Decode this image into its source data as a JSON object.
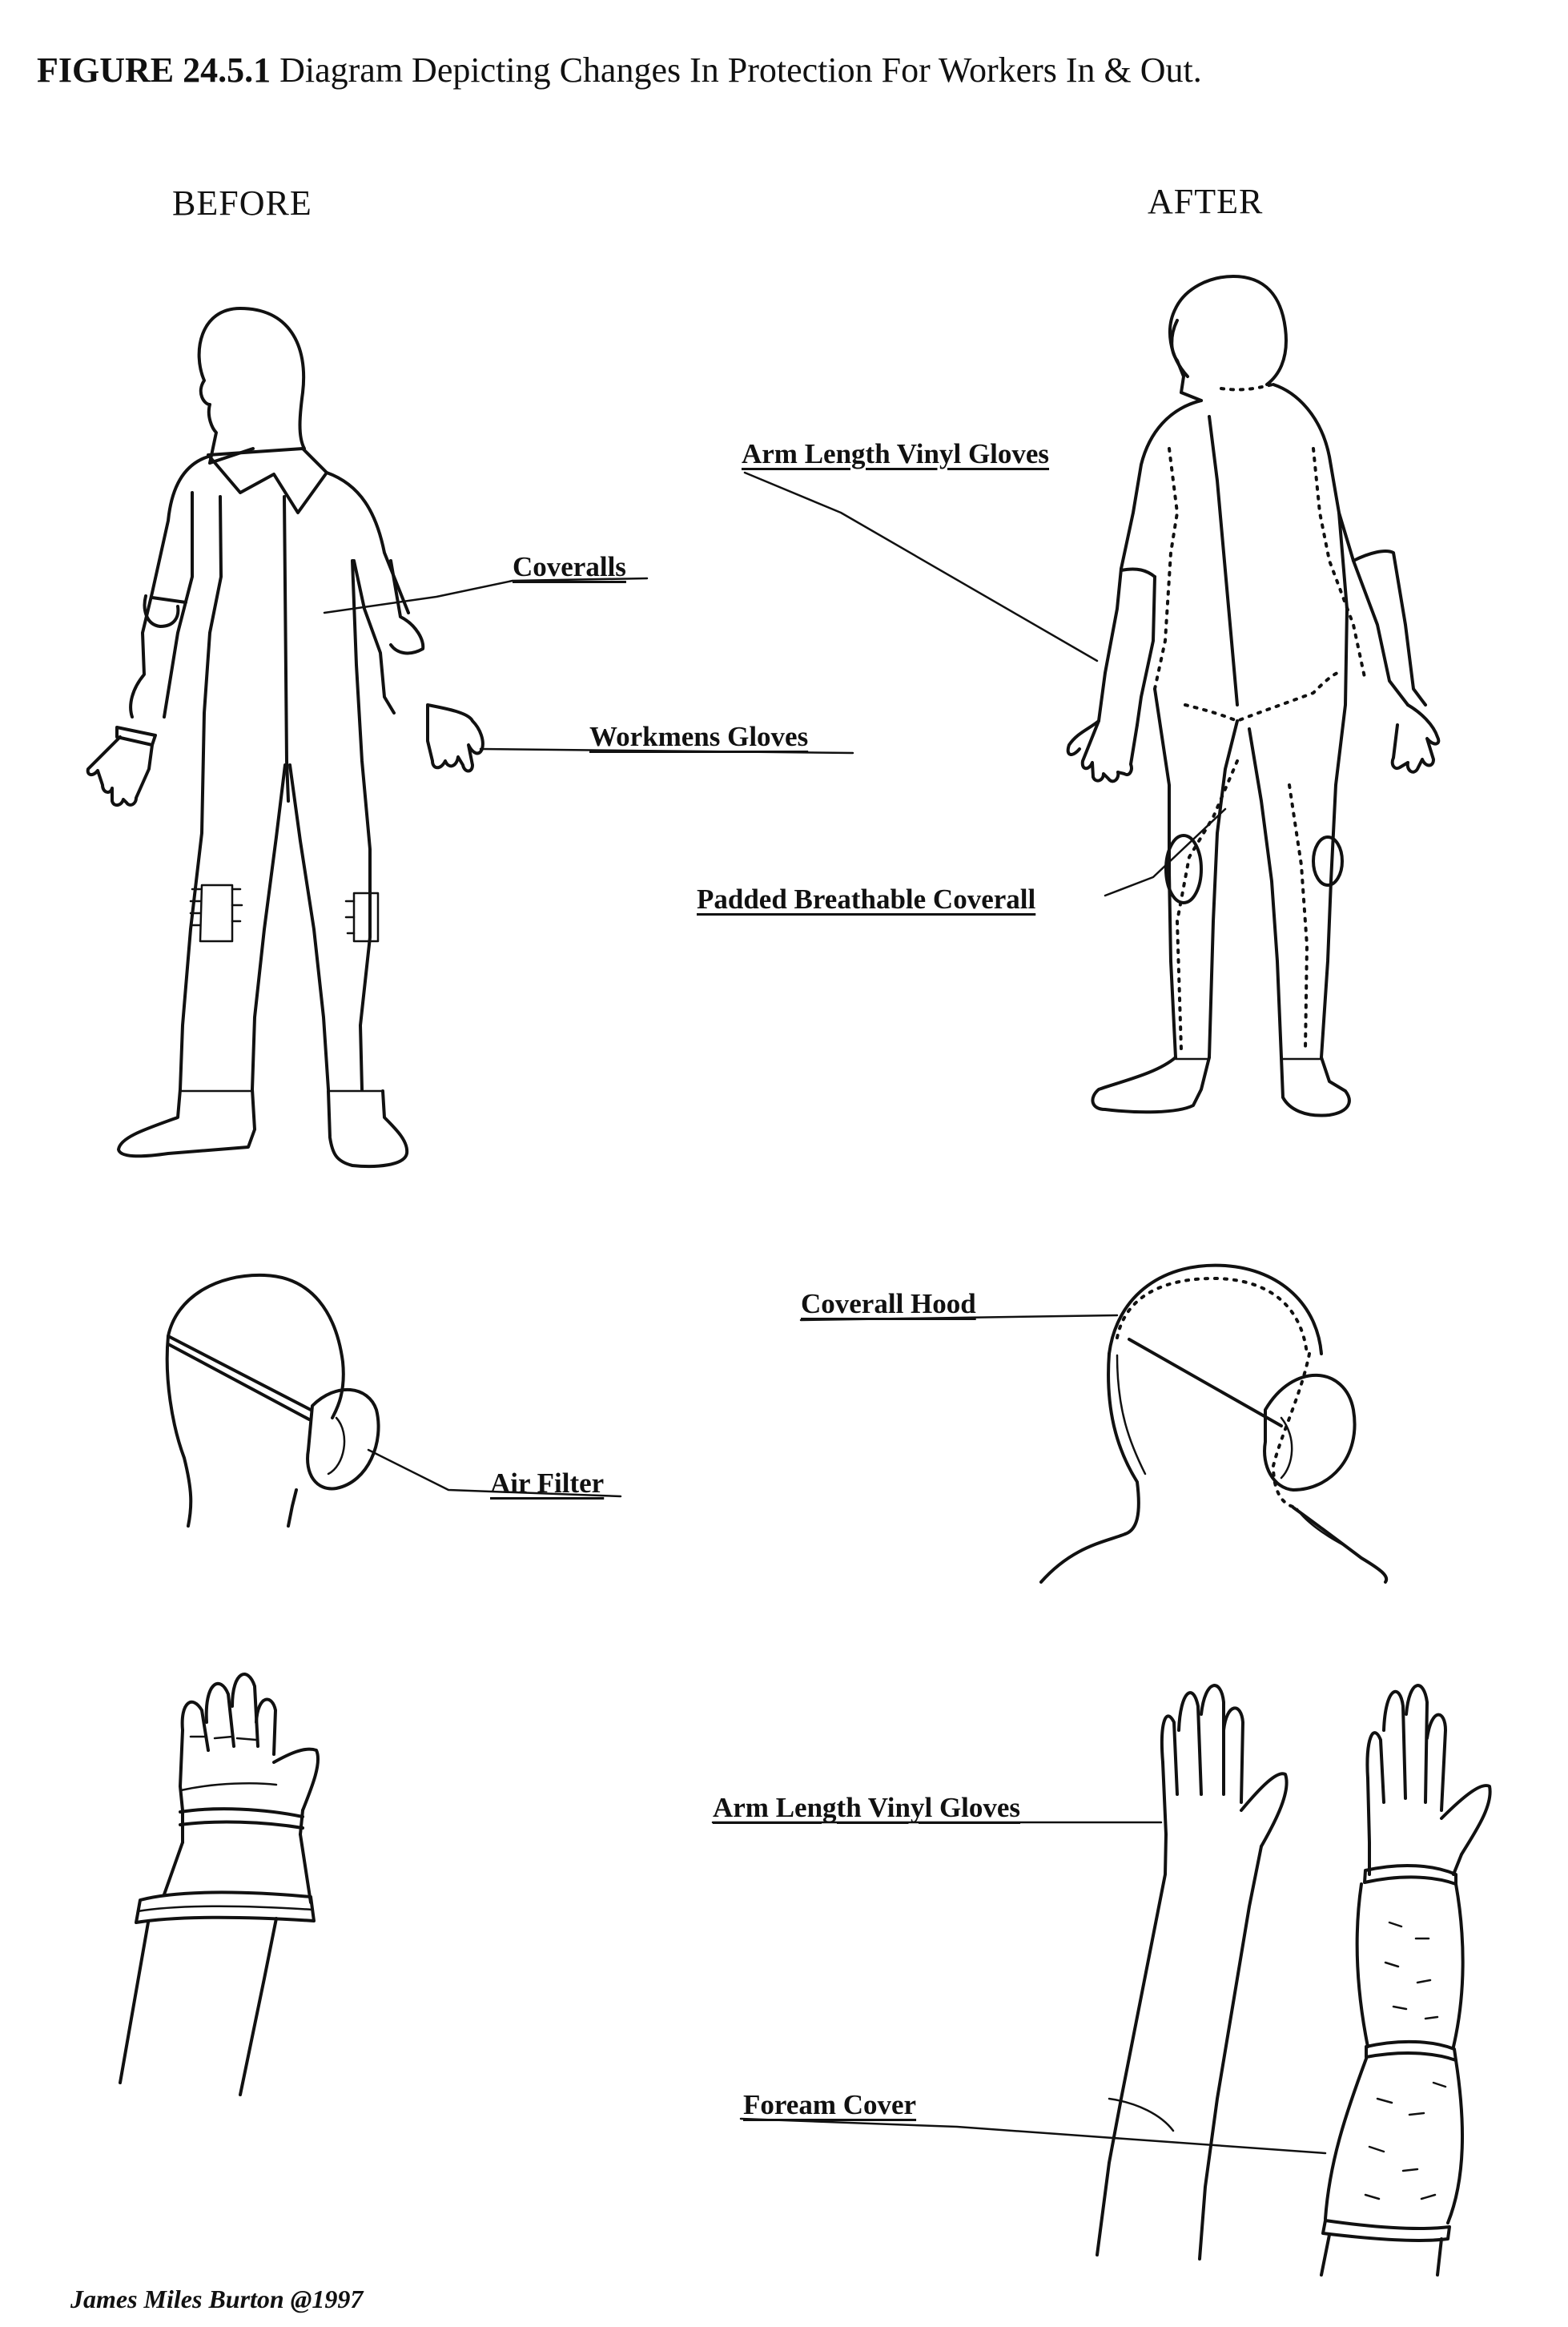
{
  "figure": {
    "number": "FIGURE 24.5.1",
    "caption": "Diagram Depicting Changes In Protection For Workers In & Out."
  },
  "headings": {
    "before": "BEFORE",
    "after": "AFTER"
  },
  "labels": {
    "coveralls": "Coveralls",
    "workmens_gloves": "Workmens Gloves",
    "arm_length_vinyl_gloves_top": "Arm Length Vinyl Gloves",
    "padded_breathable_coverall": "Padded Breathable Coverall",
    "coverall_hood": "Coverall Hood",
    "air_filter": "Air Filter",
    "arm_length_vinyl_gloves_bottom": "Arm Length Vinyl Gloves",
    "foream_cover": "Foream Cover"
  },
  "credit": "James Miles Burton @1997"
}
